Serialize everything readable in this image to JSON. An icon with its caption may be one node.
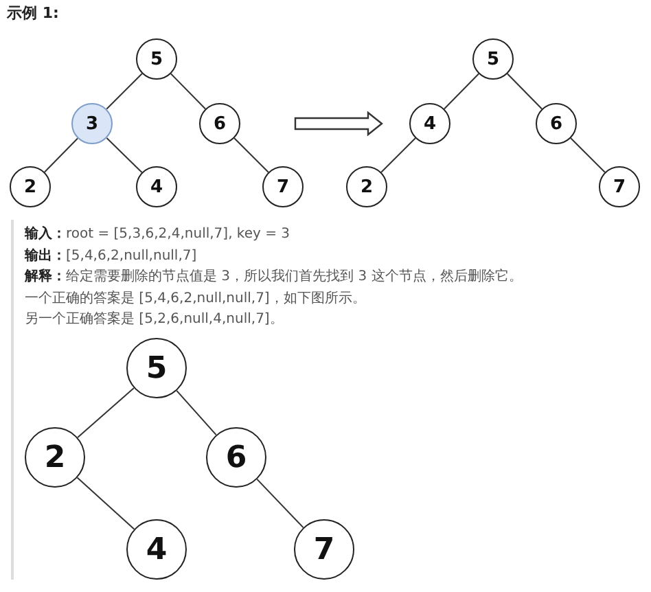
{
  "diagram": {
    "title": "示例 1:",
    "nodes": [
      {
        "text": [
          "5"
        ]
      },
      {
        "text": [
          "3"
        ]
      },
      {
        "text": [
          "6"
        ]
      },
      {
        "text": [
          "2"
        ]
      },
      {
        "text": [
          "4"
        ]
      },
      {
        "text": [
          "7"
        ]
      },
      {
        "text": [
          "5"
        ]
      },
      {
        "text": [
          "4"
        ]
      },
      {
        "text": [
          "6"
        ]
      },
      {
        "text": [
          "2"
        ]
      },
      {
        "text": [
          "7"
        ]
      },
      {
        "text": [
          "5"
        ]
      },
      {
        "text": [
          "2"
        ]
      },
      {
        "text": [
          "6"
        ]
      },
      {
        "text": [
          "4"
        ]
      },
      {
        "text": [
          "7"
        ]
      }
    ],
    "edges": [
      {
        "from": 0,
        "to": 1,
        "arrow": "none"
      },
      {
        "from": 0,
        "to": 2,
        "arrow": "none"
      },
      {
        "from": 1,
        "to": 3,
        "arrow": "none"
      },
      {
        "from": 1,
        "to": 4,
        "arrow": "none"
      },
      {
        "from": 2,
        "to": 5,
        "arrow": "none"
      },
      {
        "from": 2,
        "to": 7,
        "arrow": "to",
        "style": "thick"
      },
      {
        "from": 6,
        "to": 7,
        "arrow": "none"
      },
      {
        "from": 6,
        "to": 8,
        "arrow": "none"
      },
      {
        "from": 7,
        "to": 9,
        "arrow": "none"
      },
      {
        "from": 8,
        "to": 10,
        "arrow": "none"
      },
      {
        "from": 11,
        "to": 12,
        "arrow": "none"
      },
      {
        "from": 11,
        "to": 13,
        "arrow": "none"
      },
      {
        "from": 12,
        "to": 14,
        "arrow": "none"
      },
      {
        "from": 13,
        "to": 15,
        "arrow": "none"
      }
    ],
    "labels": [
      "**输入：**root = [5,3,6,2,4,null,7], key = 3",
      "**输出：**[5,4,6,2,null,null,7]",
      "**解释：**给定需要删除的节点值是 3，所以我们首先找到 3 这个节点，然后删除它。",
      "一个正确的答案是 [5,4,6,2,null,null,7]，如下图所示。",
      "另一个正确答案是 [5,2,6,null,4,null,7]。"
    ]
  }
}
